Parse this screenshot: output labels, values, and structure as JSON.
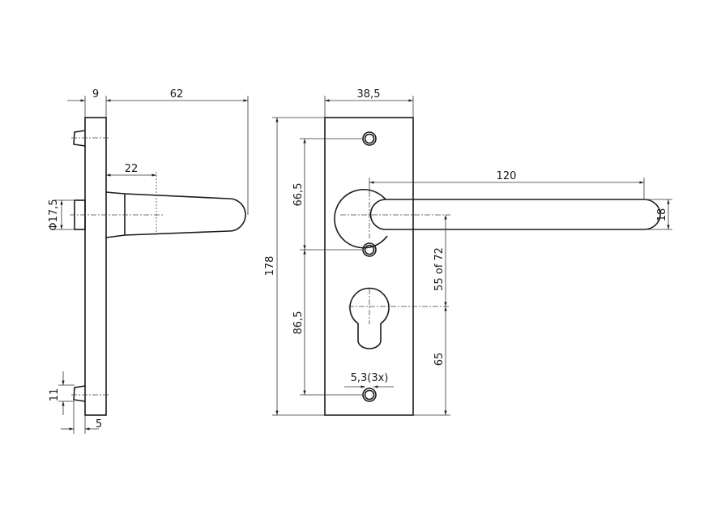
{
  "side_view": {
    "dims": {
      "plate_thickness": "9",
      "projection": "62",
      "neck": "22",
      "rose_diameter": "Φ17,5",
      "pin_height": "11",
      "pin_depth": "5"
    }
  },
  "front_view": {
    "dims": {
      "plate_width": "38,5",
      "plate_height": "178",
      "upper_holes": "66,5",
      "lower_holes": "86,5",
      "lever_length": "120",
      "lever_width": "18",
      "backset": "55 of 72",
      "cylinder_to_bottom": "65",
      "hole_size": "5,3(3x)"
    }
  },
  "colors": {
    "line": "#1a1a1a",
    "background": "#ffffff"
  }
}
